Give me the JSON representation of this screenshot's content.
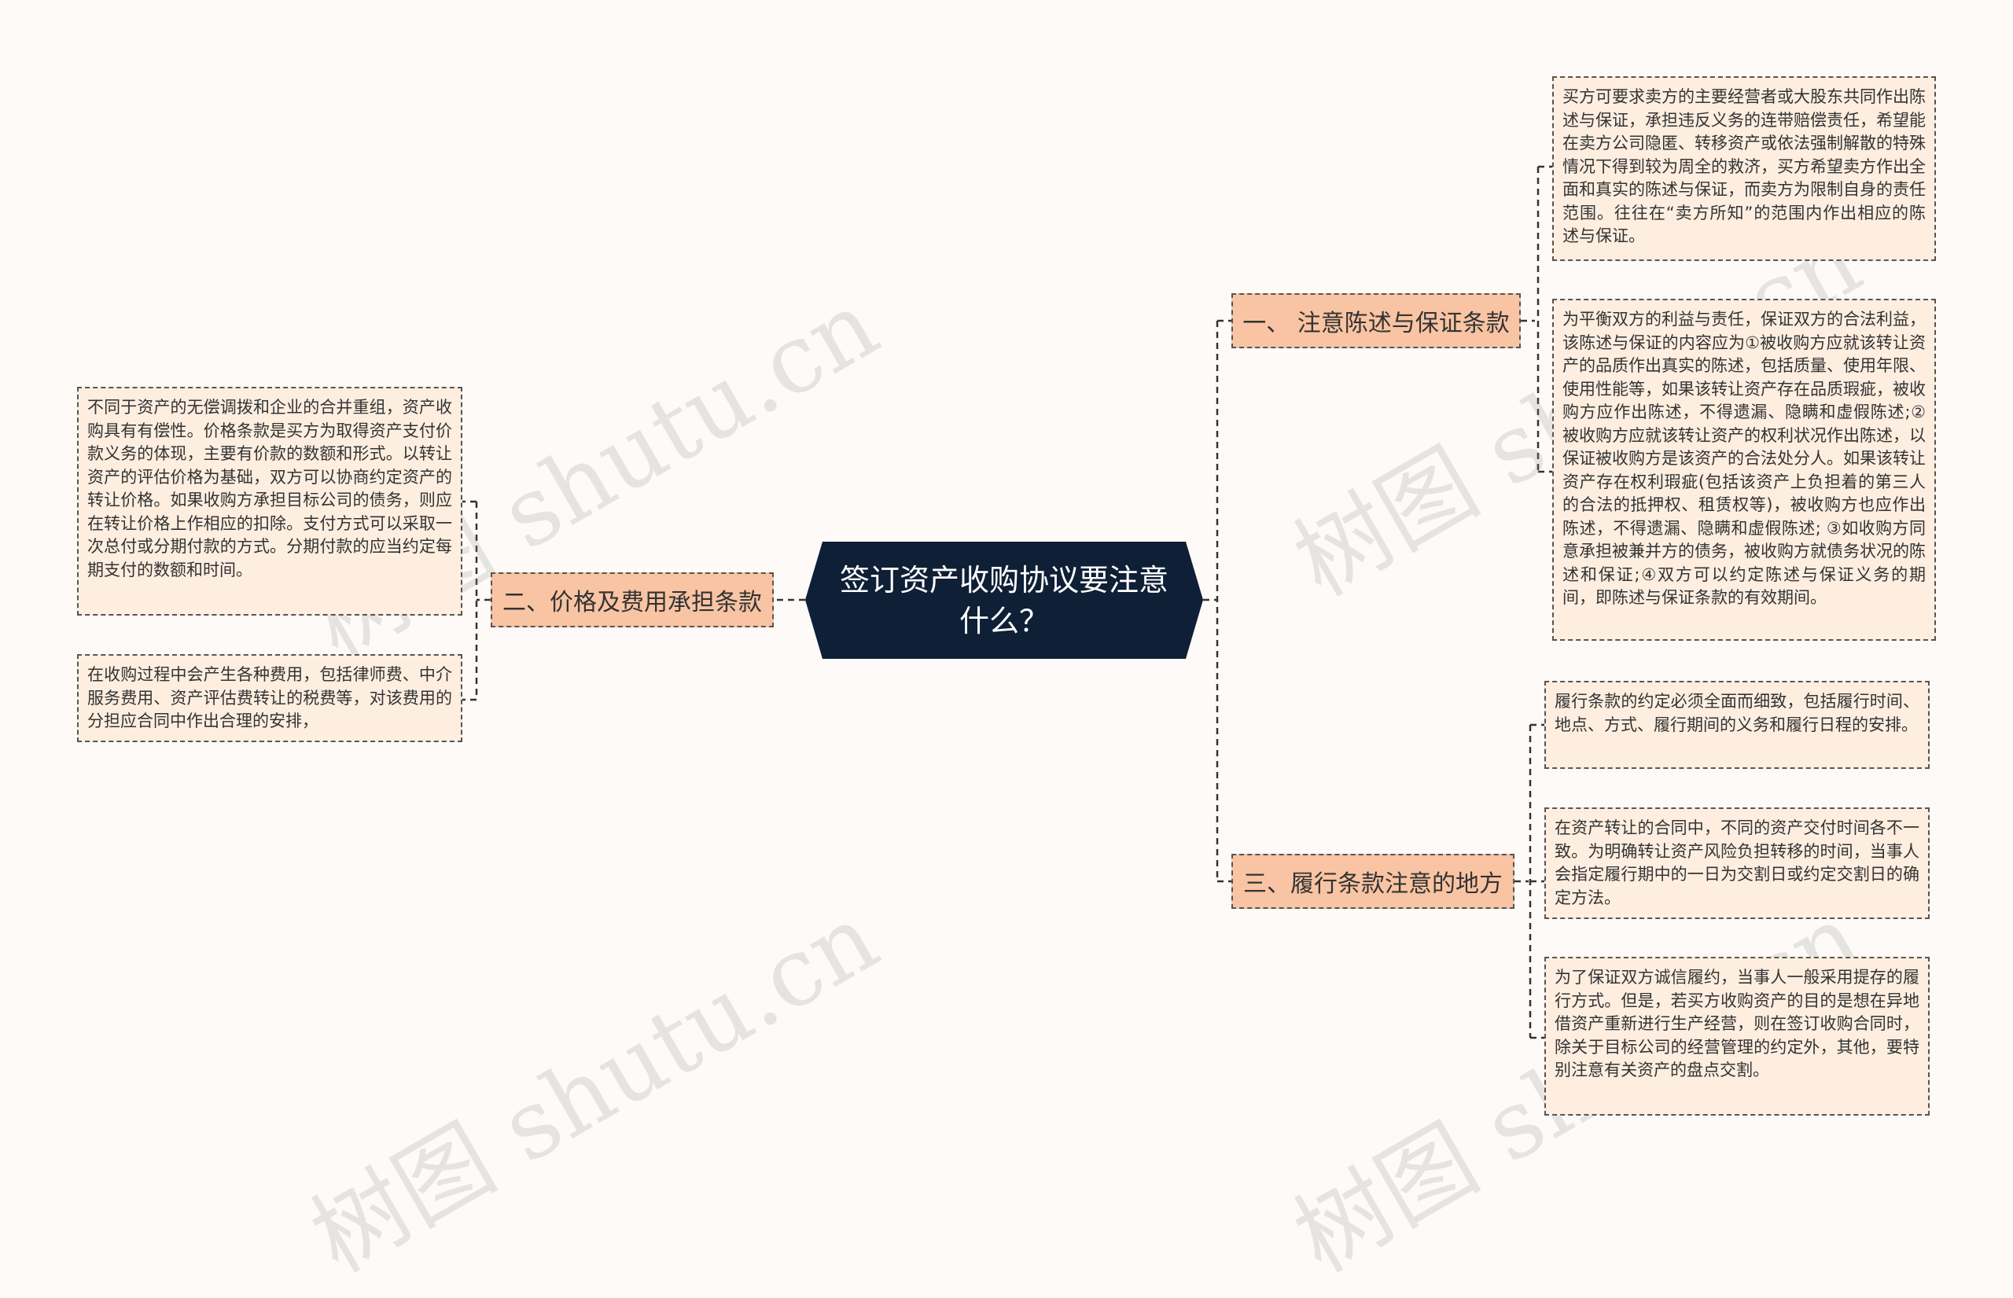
{
  "center": {
    "title": "签订资产收购协议要注意什么？"
  },
  "watermark": "树图 shutu.cn",
  "branches": [
    {
      "label": "一、 注意陈述与保证条款",
      "leaves": [
        "买方可要求卖方的主要经营者或大股东共同作出陈述与保证，承担违反义务的连带赔偿责任，希望能在卖方公司隐匿、转移资产或依法强制解散的特殊情况下得到较为周全的救济，买方希望卖方作出全面和真实的陈述与保证，而卖方为限制自身的责任范围。往往在“卖方所知”的范围内作出相应的陈述与保证。",
        "为平衡双方的利益与责任，保证双方的合法利益，该陈述与保证的内容应为①被收购方应就该转让资产的品质作出真实的陈述，包括质量、使用年限、使用性能等，如果该转让资产存在品质瑕疵，被收购方应作出陈述，不得遗漏、隐瞒和虚假陈述;②被收购方应就该转让资产的权利状况作出陈述，以保证被收购方是该资产的合法处分人。如果该转让资产存在权利瑕疵(包括该资产上负担着的第三人的合法的抵押权、租赁权等)，被收购方也应作出陈述，不得遗漏、隐瞒和虚假陈述; ③如收购方同意承担被兼并方的债务，被收购方就债务状况的陈述和保证;④双方可以约定陈述与保证义务的期间，即陈述与保证条款的有效期间。"
      ]
    },
    {
      "label": "二、价格及费用承担条款",
      "leaves": [
        "不同于资产的无偿调拨和企业的合并重组，资产收购具有有偿性。价格条款是买方为取得资产支付价款义务的体现，主要有价款的数额和形式。以转让资产的评估价格为基础，双方可以协商约定资产的转让价格。如果收购方承担目标公司的债务，则应在转让价格上作相应的扣除。支付方式可以采取一次总付或分期付款的方式。分期付款的应当约定每期支付的数额和时间。",
        "在收购过程中会产生各种费用，包括律师费、中介服务费用、资产评估费转让的税费等，对该费用的分担应合同中作出合理的安排，"
      ]
    },
    {
      "label": "三、履行条款注意的地方",
      "leaves": [
        "履行条款的约定必须全面而细致，包括履行时间、地点、方式、履行期间的义务和履行日程的安排。",
        "在资产转让的合同中，不同的资产交付时间各不一致。为明确转让资产风险负担转移的时间，当事人会指定履行期中的一日为交割日或约定交割日的确定方法。",
        "为了保证双方诚信履约，当事人一般采用提存的履行方式。但是，若买方收购资产的目的是想在异地借资产重新进行生产经营，则在签订收购合同时，除关于目标公司的经营管理的约定外，其他，要特别注意有关资产的盘点交割。"
      ]
    }
  ]
}
